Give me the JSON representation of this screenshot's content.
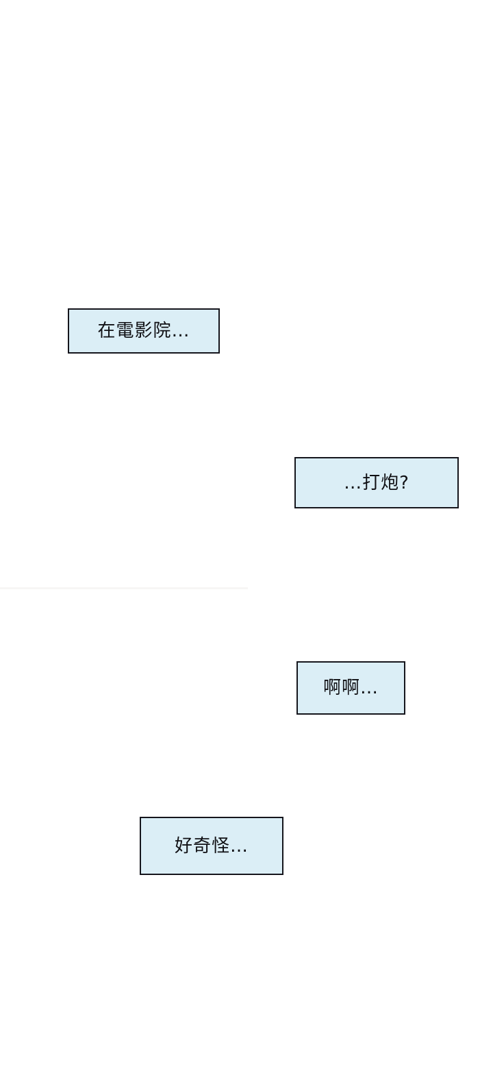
{
  "page": {
    "background": "#ffffff",
    "bubble_fill": "#dbeef6",
    "bubble_border": "#15151c",
    "text_color": "#101014"
  },
  "bubbles": [
    {
      "text": "在電影院…"
    },
    {
      "text": "…打炮?"
    },
    {
      "text": "啊啊…"
    },
    {
      "text": "好奇怪…"
    }
  ]
}
